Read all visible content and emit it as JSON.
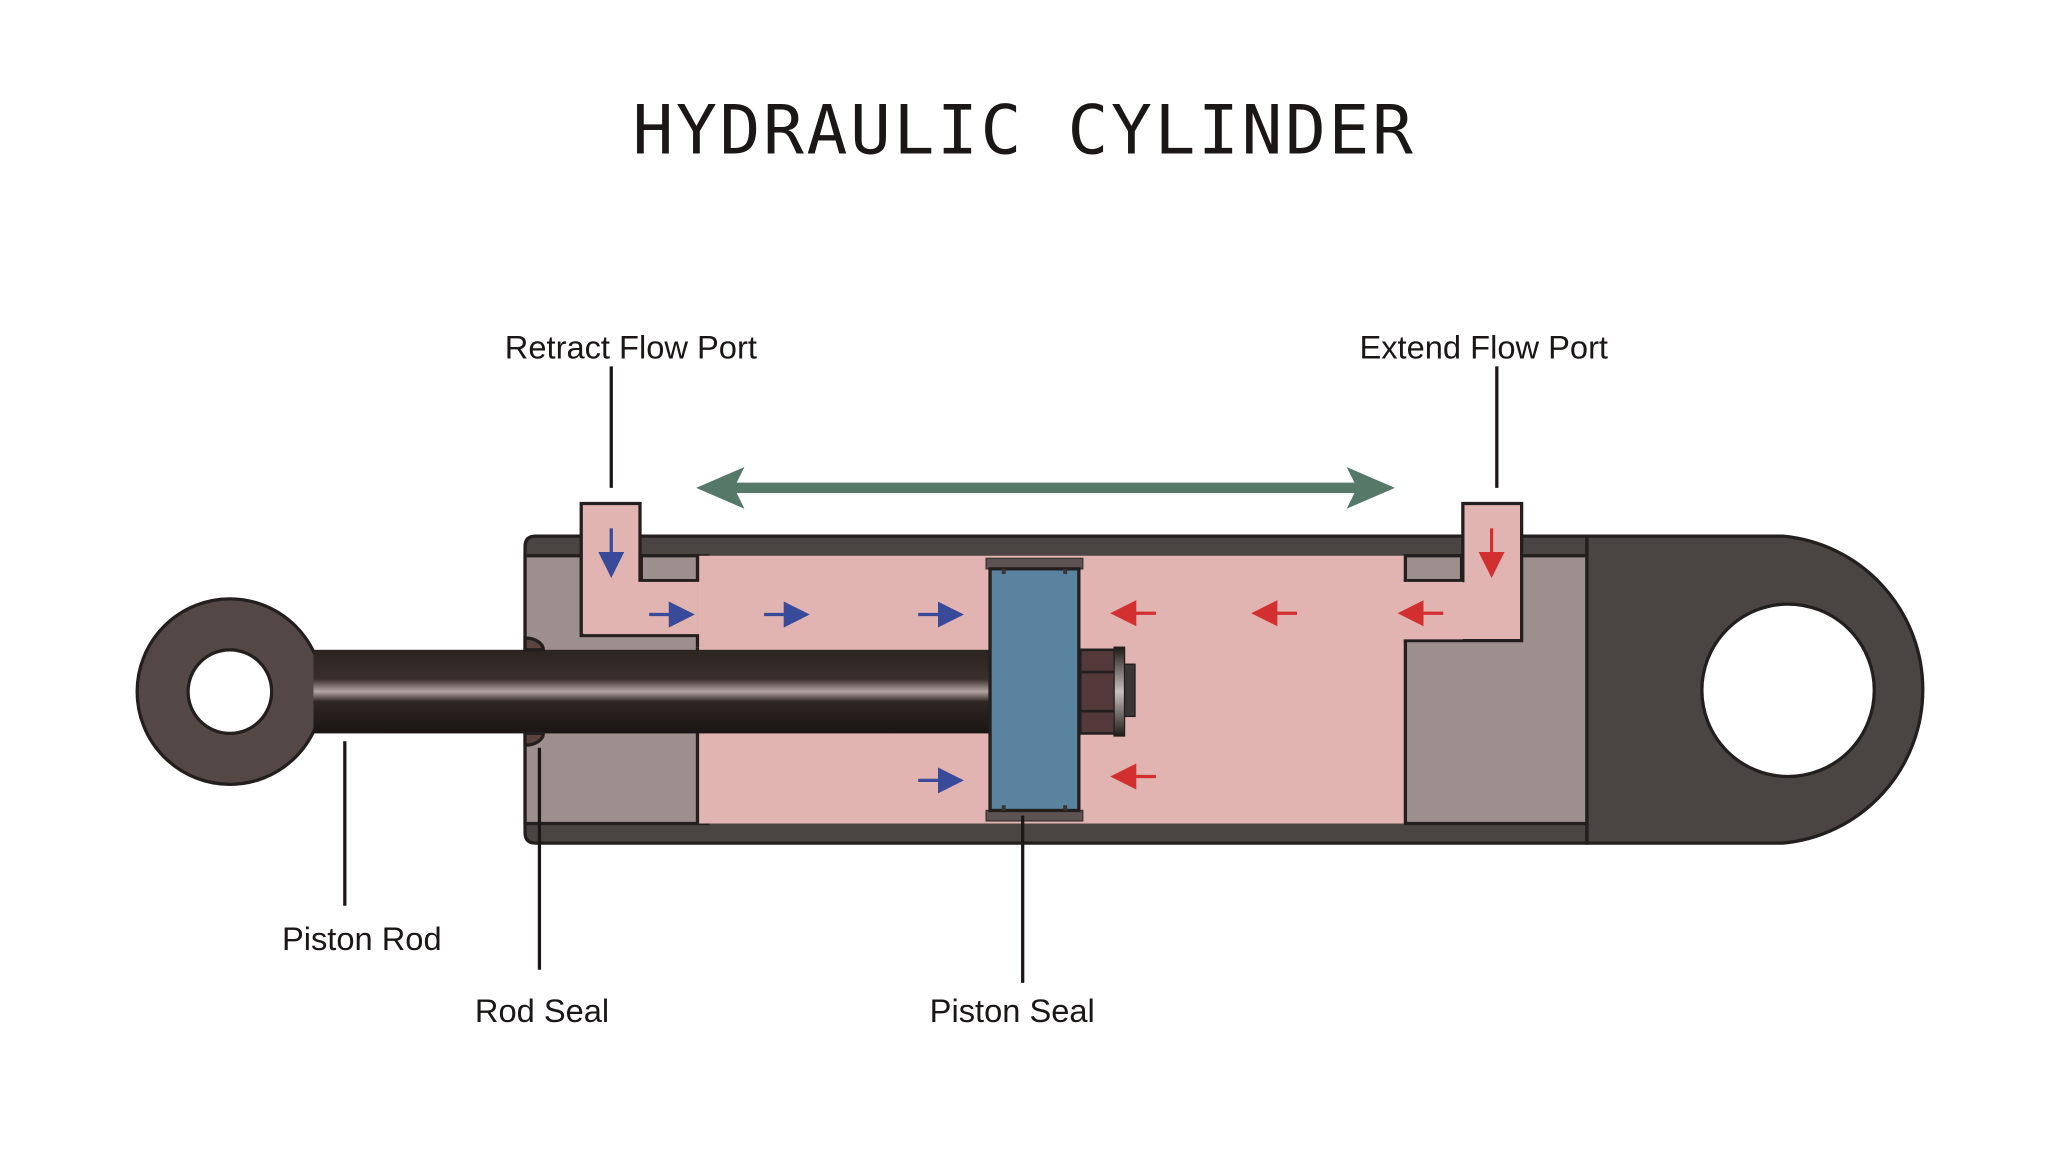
{
  "title": "HYDRAULIC CYLINDER",
  "labels": {
    "retract_port": "Retract Flow Port",
    "extend_port": "Extend Flow Port",
    "piston_rod": "Piston Rod",
    "rod_seal": "Rod Seal",
    "piston_seal": "Piston Seal"
  },
  "colors": {
    "fluid": "#e2b4b1",
    "barrel": "#4a4542",
    "gland": "#9c8f8d",
    "piston": "#5a83a0",
    "rod": "#2a2220",
    "eye": "#544846",
    "motion_arrow": "#557868",
    "retract_flow": "#3a4a9a",
    "extend_flow": "#d23030"
  },
  "flow_arrows": {
    "retract_side_count": 5,
    "extend_side_count": 5
  }
}
